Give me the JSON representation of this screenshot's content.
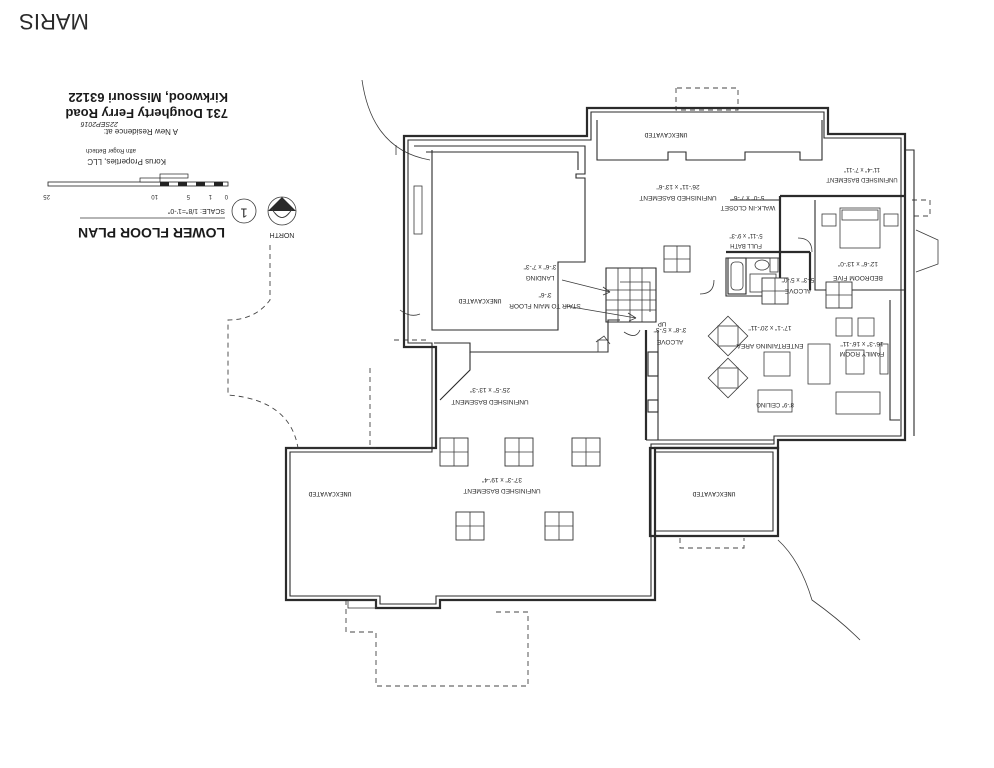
{
  "watermark": "MARIS",
  "title_block": {
    "north_label": "NORTH",
    "sheet_number": "1",
    "plan_title": "LOWER FLOOR PLAN",
    "scale": "SCALE: 1/8\"=1'-0\"",
    "scale_ticks": [
      "0",
      "1",
      "5",
      "10",
      "25"
    ],
    "client": "Korus Properties, LLC",
    "attn": "attn Roger Bettech",
    "residence": "A New Residence at:",
    "date": "22SEP2016",
    "address_line1": "731 Dougherty Ferry Road",
    "address_line2": "Kirkwood, Missouri 63122"
  },
  "rooms": {
    "unexcavated_top": "UNEXCAVATED",
    "unfinished_basement_nw": "UNFINISHED BASEMENT",
    "unfinished_basement_nw_dim": "26'-11\" x 13'-6\"",
    "walkin_closet": "WALK-IN CLOSET",
    "walkin_closet_dim": "5'-0\" x 7'-6\"",
    "unfinished_basement_corner": "UNFINISHED BASEMENT",
    "unfinished_basement_corner_dim": "11'-4\" x 7'-11\"",
    "full_bath": "FULL BATH",
    "full_bath_dim": "5'-11\" x 9'-3\"",
    "up": "UP",
    "bedroom": "BEDROOM FIVE",
    "bedroom_dim": "12'-6\" x 13'-0\"",
    "alcove_a": "ALCOVE",
    "alcove_a_dim": "5'-3\" x 5'-0\"",
    "landing": "LANDING",
    "landing_dim": "3'-6\" x 7'-3\"",
    "stair": "STAIR TO MAIN FLOOR",
    "stair_dim": "3'-6\"",
    "alcove_b": "ALCOVE",
    "alcove_b_dim": "3'-8\" x 5'-3\"",
    "entertaining": "ENTERTAINING AREA",
    "entertaining_dim": "17'-1\" x 20'-11\"",
    "family_room": "FAMILY ROOM",
    "family_room_dim": "16'-3\" x 16'-11\"",
    "ceiling": "8'-9\" CEILING",
    "unexcavated_west": "UNEXCAVATED",
    "unfinished_basement_mid": "UNFINISHED BASEMENT",
    "unfinished_basement_mid_dim": "25'-5\" x 13'-3\"",
    "unfinished_basement_main": "UNFINISHED BASEMENT",
    "unfinished_basement_main_dim": "37'-3\" x 19'-4\"",
    "unexcavated_sw": "UNEXCAVATED",
    "unexcavated_se": "UNEXCAVATED"
  }
}
